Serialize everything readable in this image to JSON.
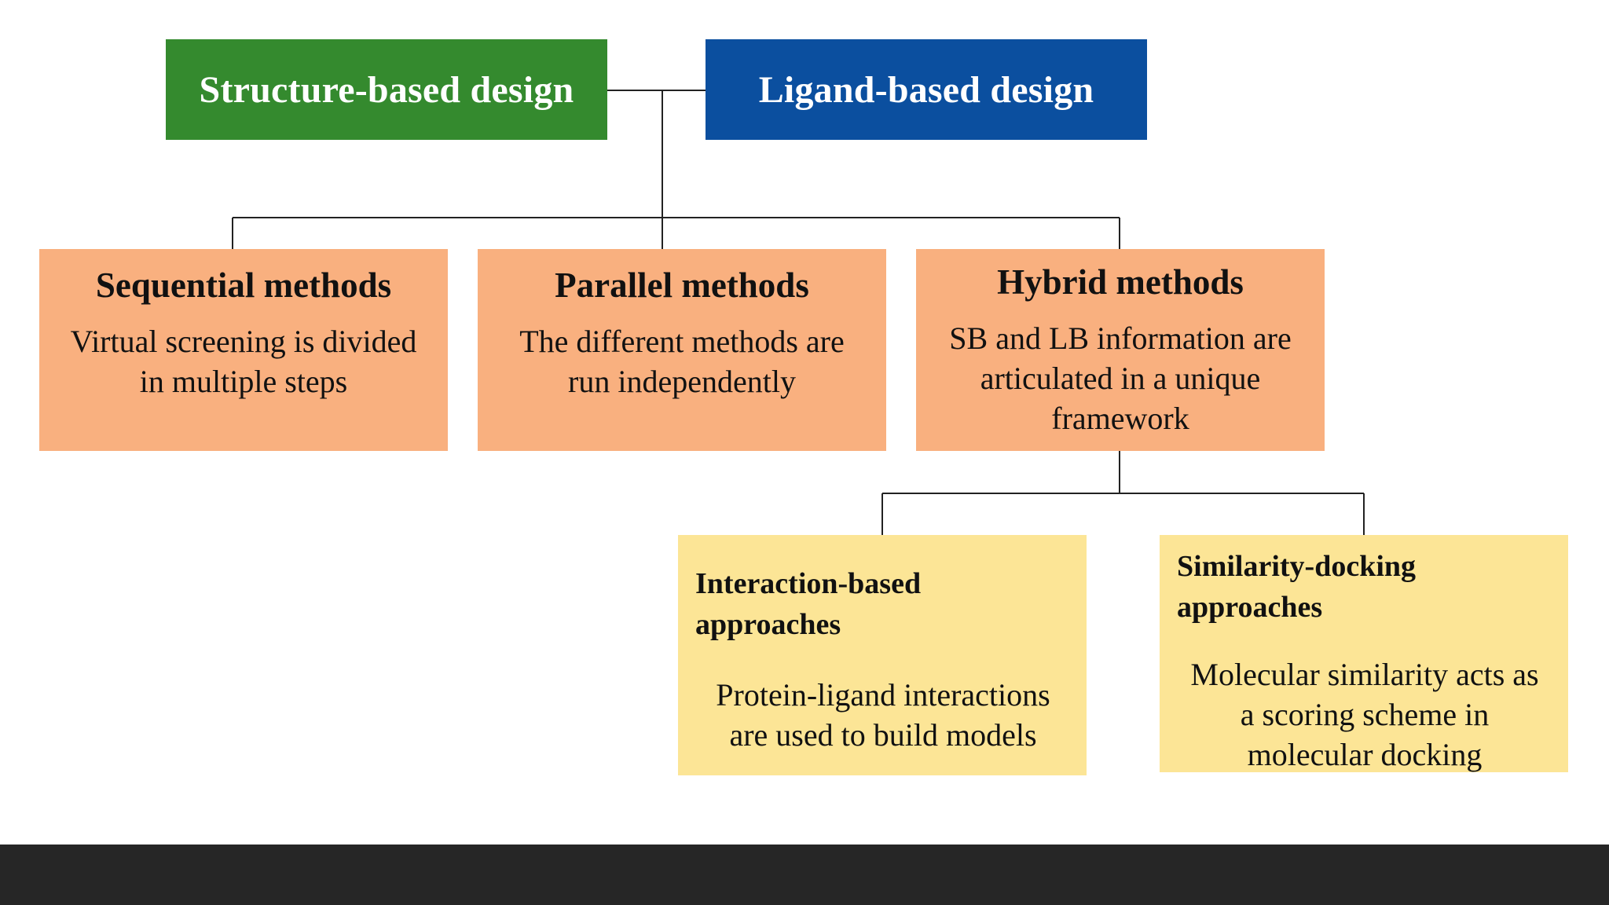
{
  "colors": {
    "green": "#348a2e",
    "blue": "#0b4f9f",
    "orange": "#f9b07f",
    "yellow": "#fce596",
    "connector": "#222222",
    "footer": "#262626"
  },
  "top": {
    "structure_label": "Structure-based design",
    "ligand_label": "Ligand-based design"
  },
  "methods": [
    {
      "title": "Sequential methods",
      "desc_lines": [
        "Virtual screening is divided",
        "in multiple steps"
      ]
    },
    {
      "title": "Parallel methods",
      "desc_lines": [
        "The different methods are",
        "run independently"
      ]
    },
    {
      "title": "Hybrid methods",
      "desc_lines": [
        "SB and LB information are",
        "articulated in a unique",
        "framework"
      ]
    }
  ],
  "approaches": [
    {
      "title_lines": [
        "Interaction-based",
        "approaches"
      ],
      "desc_lines": [
        "Protein-ligand interactions",
        "are used to build models"
      ]
    },
    {
      "title_lines": [
        "Similarity-docking",
        "approaches"
      ],
      "desc_lines": [
        "Molecular similarity acts as",
        "a scoring scheme in",
        "molecular docking"
      ]
    }
  ]
}
